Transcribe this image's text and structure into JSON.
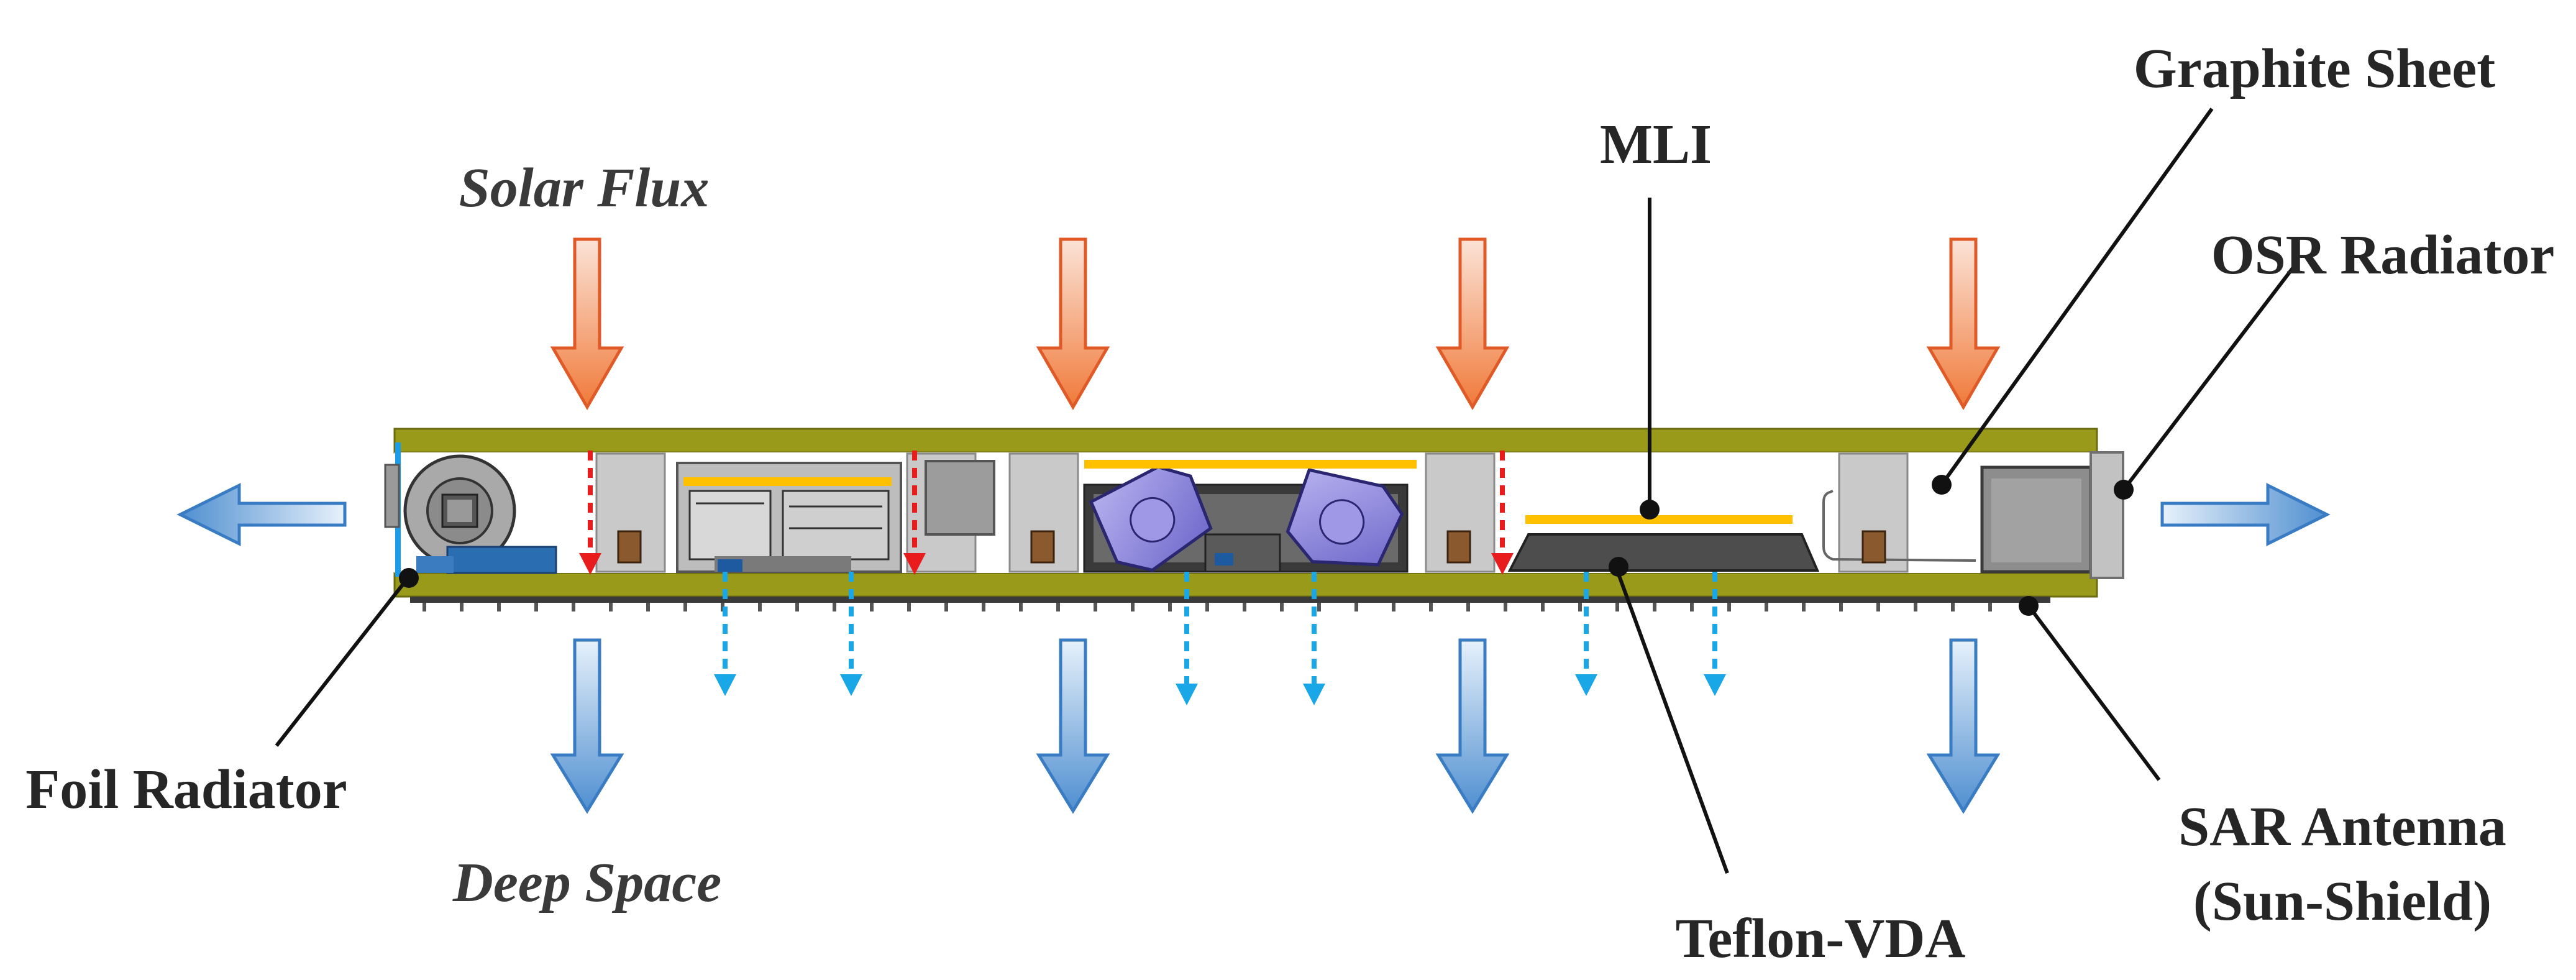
{
  "labels": {
    "solar_flux": "Solar Flux",
    "deep_space": "Deep Space",
    "mli": "MLI",
    "graphite_sheet": "Graphite Sheet",
    "osr_radiator": "OSR Radiator",
    "foil_radiator": "Foil Radiator",
    "sar_antenna_line1": "SAR Antenna",
    "sar_antenna_line2": "(Sun-Shield)",
    "teflon_vda": "Teflon-VDA"
  },
  "colors": {
    "solar_arrow": "#f07a3a",
    "space_arrow": "#5b9bd5",
    "panel": "#9a9a1a",
    "mli": "#ffc000",
    "internal_heat": "#e81c1c",
    "radiated_heat": "#1aa7e8"
  }
}
